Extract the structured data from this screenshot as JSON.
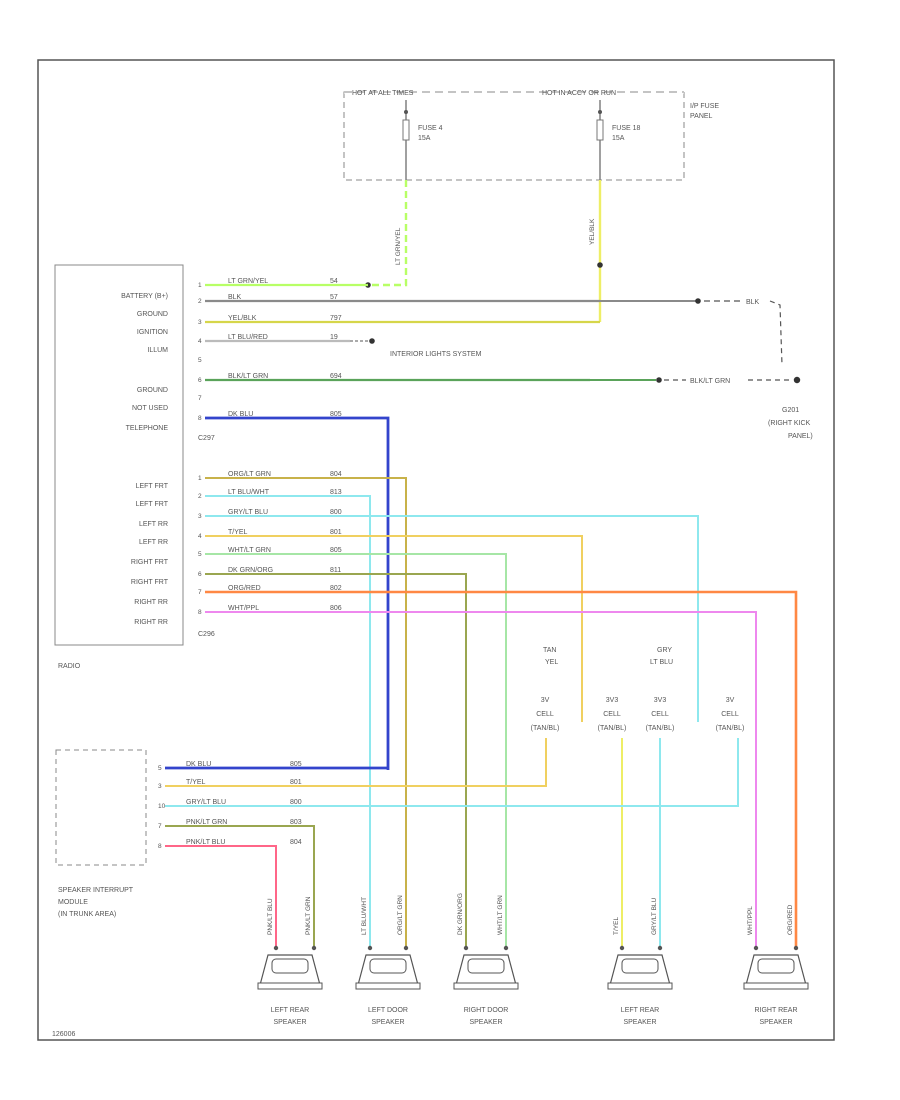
{
  "fuse_panel": {
    "hot_at_all_times": "HOT AT ALL TIMES",
    "hot_in_accy_or_run": "HOT IN ACCY OR RUN",
    "panel_label": [
      "I/P FUSE",
      "PANEL"
    ],
    "fuse1": [
      "FUSE 4",
      "15A"
    ],
    "fuse2": [
      "FUSE 18",
      "15A"
    ],
    "drop1_color": "LT GRN/YEL",
    "drop2_color": "YEL/BLK"
  },
  "radio": {
    "name": "RADIO",
    "connector_top": "C297",
    "connector_bottom": "C296",
    "top_labels": [
      "BATTERY (B+)",
      "GROUND",
      "IGNITION",
      "ILLUM",
      "",
      "GROUND",
      "NOT USED",
      "TELEPHONE"
    ],
    "bottom_labels": [
      "LEFT FRT",
      "LEFT FRT",
      "LEFT RR",
      "LEFT RR",
      "RIGHT FRT",
      "RIGHT FRT",
      "RIGHT RR",
      "RIGHT RR"
    ]
  },
  "wires_top": [
    {
      "pin": "1",
      "label": "LT GRN/YEL",
      "circuit": "54",
      "color": "#b8ff66"
    },
    {
      "pin": "2",
      "label": "BLK",
      "circuit": "57",
      "color": "#8a8a8a"
    },
    {
      "pin": "3",
      "label": "YEL/BLK",
      "circuit": "797",
      "color": "#d6d64a"
    },
    {
      "pin": "4",
      "label": "LT BLU/RED",
      "circuit": "19",
      "color": "#bbbbbb"
    },
    {
      "pin": "5",
      "label": "",
      "circuit": "",
      "color": ""
    },
    {
      "pin": "6",
      "label": "BLK/LT GRN",
      "circuit": "694",
      "color": "#5aa35a"
    },
    {
      "pin": "7",
      "label": "",
      "circuit": "",
      "color": ""
    },
    {
      "pin": "8",
      "label": "DK BLU",
      "circuit": "805",
      "color": "#3344cc"
    }
  ],
  "wires_bottom": [
    {
      "pin": "1",
      "label": "ORG/LT GRN",
      "circuit": "804",
      "color": "#c8b24a"
    },
    {
      "pin": "2",
      "label": "LT BLU/WHT",
      "circuit": "813",
      "color": "#8ee8ee"
    },
    {
      "pin": "3",
      "label": "GRY/LT BLU",
      "circuit": "800",
      "color": "#8ee8ee"
    },
    {
      "pin": "4",
      "label": "T/YEL",
      "circuit": "801",
      "color": "#f0d060"
    },
    {
      "pin": "5",
      "label": "WHT/LT GRN",
      "circuit": "805",
      "color": "#a6e6a6"
    },
    {
      "pin": "6",
      "label": "DK GRN/ORG",
      "circuit": "811",
      "color": "#9aa650"
    },
    {
      "pin": "7",
      "label": "ORG/RED",
      "circuit": "802",
      "color": "#ff8844"
    },
    {
      "pin": "8",
      "label": "WHT/PPL",
      "circuit": "806",
      "color": "#ee88ee"
    }
  ],
  "ground_path": {
    "blk_label": "BLK",
    "ground_wire": "BLK/LT GRN",
    "ground_point": "G201",
    "ground_location": [
      "(RIGHT KICK",
      "PANEL)"
    ],
    "interior_lights": "INTERIOR LIGHTS SYSTEM"
  },
  "cells": {
    "left_colors": [
      "TAN",
      "YEL"
    ],
    "right_colors": [
      "GRY",
      "LT BLU"
    ],
    "cell_items": [
      {
        "line1": "3V",
        "line2": "CELL",
        "line3": "(TAN/BL)"
      },
      {
        "line1": "3V3",
        "line2": "CELL",
        "line3": "(TAN/BL)"
      },
      {
        "line1": "3V3",
        "line2": "CELL",
        "line3": "(TAN/BL)"
      },
      {
        "line1": "3V",
        "line2": "CELL",
        "line3": "(TAN/BL)"
      }
    ]
  },
  "module": {
    "label": [
      "SPEAKER INTERRUPT",
      "MODULE",
      "(IN TRUNK AREA)"
    ],
    "pins": [
      {
        "pin": "5",
        "label": "DK BLU",
        "circuit": "805"
      },
      {
        "pin": "3",
        "label": "T/YEL",
        "circuit": "801"
      },
      {
        "pin": "10",
        "label": "GRY/LT BLU",
        "circuit": "800"
      },
      {
        "pin": "7",
        "label": "PNK/LT GRN",
        "circuit": "803"
      },
      {
        "pin": "8",
        "label": "PNK/LT BLU",
        "circuit": "804"
      }
    ]
  },
  "speakers": [
    {
      "name": [
        "LEFT REAR",
        "SPEAKER"
      ],
      "wire_a": "PNK/LT BLU",
      "wire_b": "PNK/LT GRN"
    },
    {
      "name": [
        "LEFT DOOR",
        "SPEAKER"
      ],
      "wire_a": "LT BLU/WHT",
      "wire_b": "ORG/LT GRN"
    },
    {
      "name": [
        "RIGHT DOOR",
        "SPEAKER"
      ],
      "wire_a": "DK GRN/ORG",
      "wire_b": "WHT/LT GRN"
    },
    {
      "name": [
        "LEFT REAR",
        "SPEAKER"
      ],
      "wire_a": "T/YEL",
      "wire_b": "GRY/LT BLU"
    },
    {
      "name": [
        "RIGHT REAR",
        "SPEAKER"
      ],
      "wire_a": "WHT/PPL",
      "wire_b": "ORG/RED"
    }
  ],
  "footer_code": "126006"
}
